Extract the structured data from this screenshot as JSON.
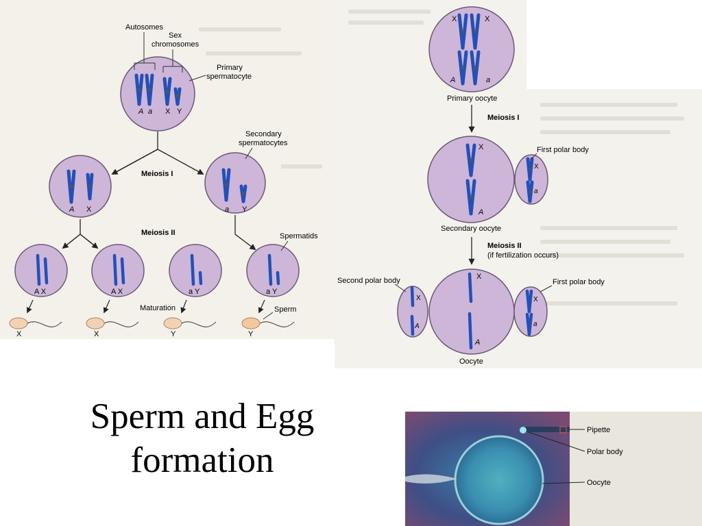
{
  "slide": {
    "title_line1": "Sperm and Egg",
    "title_line2": "formation"
  },
  "spermatogenesis": {
    "autosomes_label": "Autosomes",
    "sex_chromosomes_label_1": "Sex",
    "sex_chromosomes_label_2": "chromosomes",
    "primary_label_1": "Primary",
    "primary_label_2": "spermatocyte",
    "primary_allele_a_upper": "A",
    "primary_allele_a_lower": "a",
    "primary_x": "X",
    "primary_y": "Y",
    "secondary_label_1": "Secondary",
    "secondary_label_2": "spermatocytes",
    "meiosis1_label": "Meiosis I",
    "meiosis2_label": "Meiosis II",
    "sec1_label_a": "A",
    "sec1_label_x": "X",
    "sec2_label_a": "a",
    "sec2_label_y": "Y",
    "spermatids_label": "Spermatids",
    "spermatid_labels": [
      "A X",
      "A X",
      "a Y",
      "a Y"
    ],
    "maturation_label": "Maturation",
    "sperm_label": "Sperm",
    "sperm_types": [
      "X",
      "X",
      "Y",
      "Y"
    ]
  },
  "oogenesis": {
    "primary_top_x1": "X",
    "primary_top_x2": "X",
    "primary_allele_upper": "A",
    "primary_allele_lower": "a",
    "primary_label": "Primary oocyte",
    "meiosis1_label": "Meiosis I",
    "first_polar_body_label": "First polar body",
    "secondary_x": "X",
    "secondary_a": "A",
    "polar1_x": "X",
    "polar1_a": "a",
    "secondary_label": "Secondary oocyte",
    "meiosis2_label": "Meiosis II",
    "meiosis2_note": "(if fertilization occurs)",
    "second_polar_body_label": "Second polar body",
    "first_polar_body_label_2": "First polar body",
    "oocyte_x": "X",
    "oocyte_a": "A",
    "polar2_x": "X",
    "polar2_a": "A",
    "polar3_x": "X",
    "polar3_a": "a",
    "oocyte_label": "Oocyte"
  },
  "photo": {
    "pipette_label": "Pipette",
    "polar_body_label": "Polar body",
    "oocyte_label": "Oocyte"
  },
  "colors": {
    "cell_fill": "#cdb6d8",
    "cell_stroke": "#6a5875",
    "chromosome": "#2350b8",
    "centromere": "#555555"
  }
}
